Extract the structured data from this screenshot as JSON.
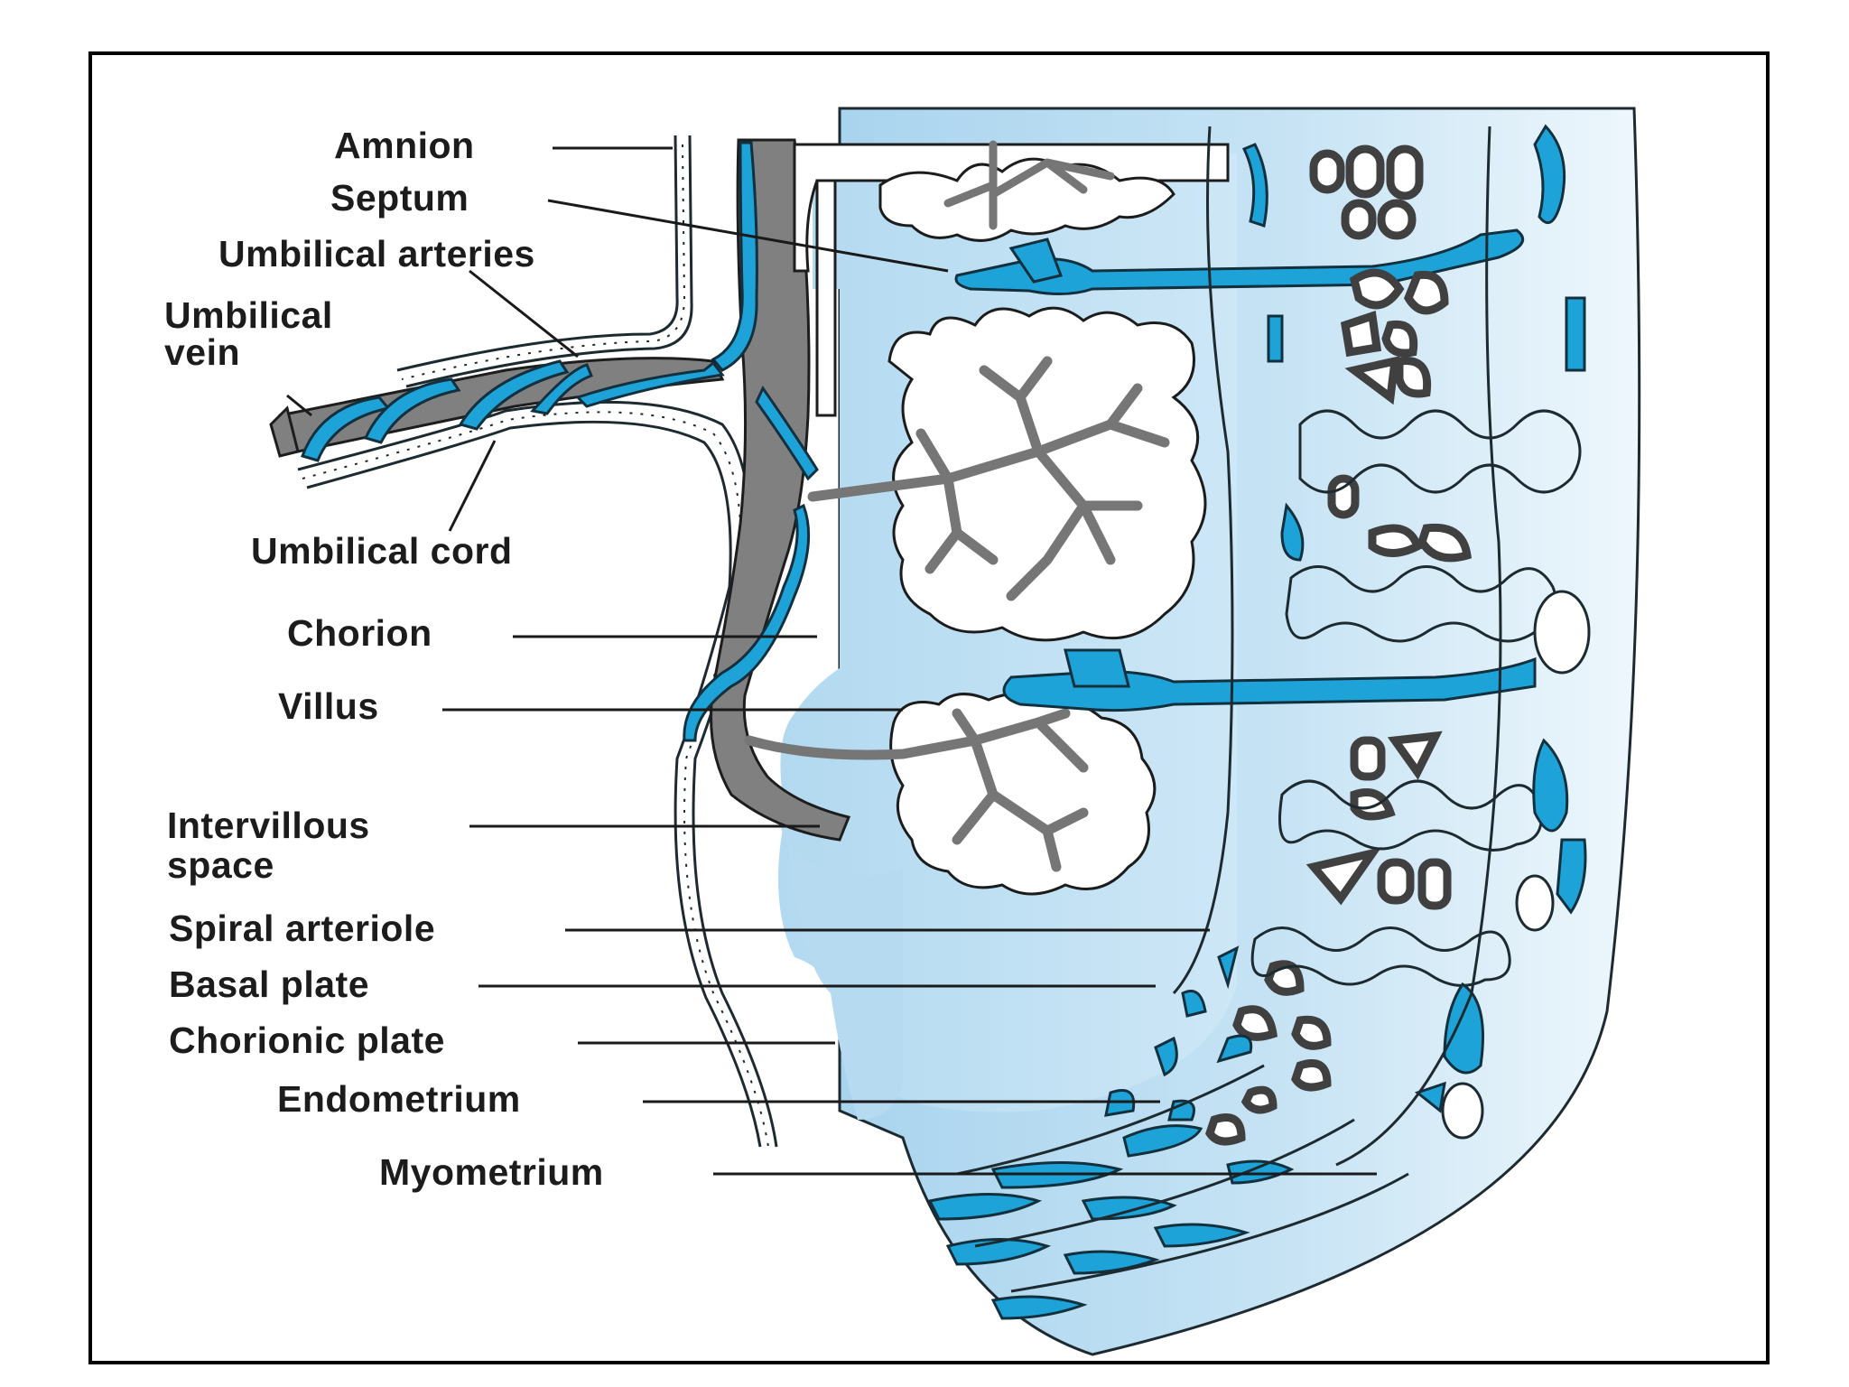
{
  "diagram": {
    "title": "",
    "labels": {
      "amnion": "Amnion",
      "septum": "Septum",
      "umbilical_arteries": "Umbilical arteries",
      "umbilical_vein_line1": "Umbilical",
      "umbilical_vein_line2": "vein",
      "umbilical_cord": "Umbilical cord",
      "chorion": "Chorion",
      "villus": "Villus",
      "intervillous_line1": "Intervillous",
      "intervillous_line2": "space",
      "spiral_arteriole": "Spiral arteriole",
      "basal_plate": "Basal plate",
      "chorionic_plate": "Chorionic plate",
      "endometrium": "Endometrium",
      "myometrium": "Myometrium"
    },
    "colors": {
      "blood": "#1ea3d8",
      "tissue_light": "#bfe0f3",
      "chorion_gray": "#808080",
      "frame": "#000000"
    }
  }
}
